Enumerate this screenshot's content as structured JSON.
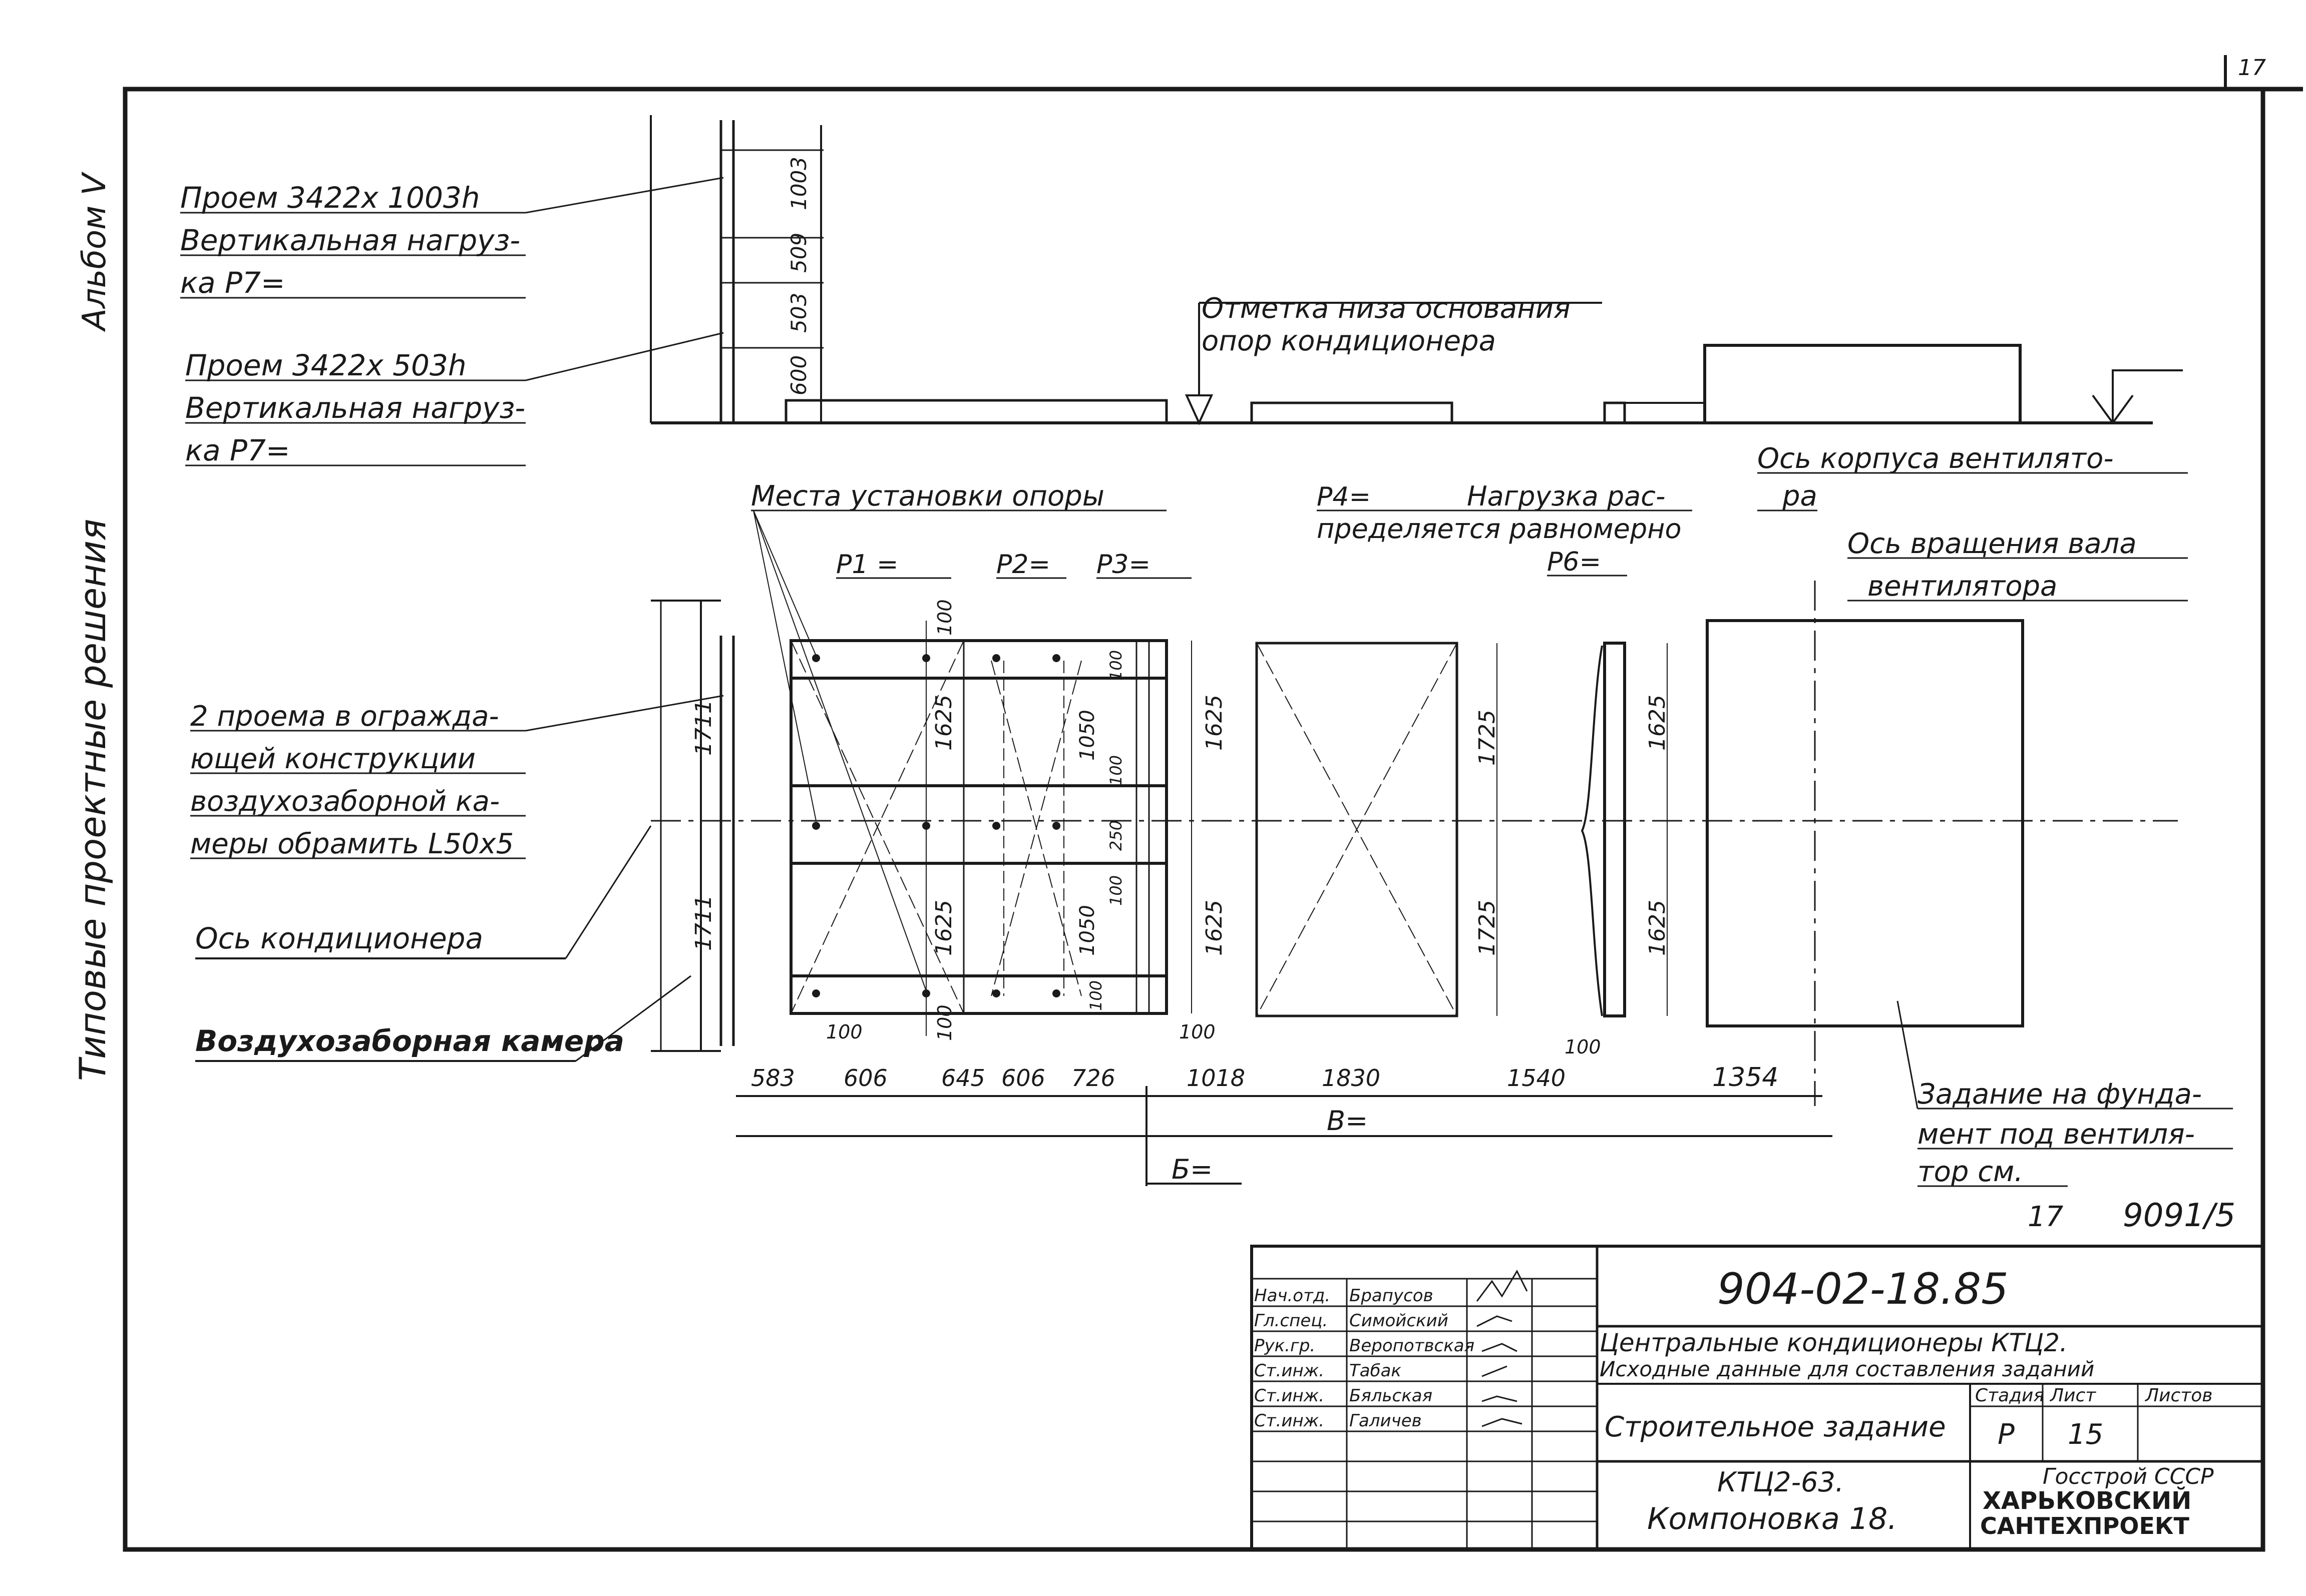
{
  "sheet": {
    "page_number": "17",
    "album": "Альбом V",
    "series_title": "Типовые проектные решения"
  },
  "notes": {
    "opening1_l1": "Проем 3422х 1003h",
    "opening1_l2": "Вертикальная нагруз-",
    "opening1_l3": "ка P7=",
    "opening2_l1": "Проем 3422х 503h",
    "opening2_l2": "Вертикальная нагруз-",
    "opening2_l3": "ка P7=",
    "base_mark_l1": "Отметка низа основания",
    "base_mark_l2": "опор кондиционера",
    "support_places": "Места установки опоры",
    "p1": "P1 =",
    "p2": "P2=",
    "p3": "P3=",
    "p4": "P4=",
    "p6": "P6=",
    "load_l1": "Нагрузка рас-",
    "load_l2": "пределяется равномерно",
    "fan_body_axis_l1": "Ось корпуса вентилято-",
    "fan_body_axis_l2": "ра",
    "fan_shaft_axis_l1": "Ось вращения вала",
    "fan_shaft_axis_l2": "вентилятора",
    "frame_note_l1": "2 проема в огражда-",
    "frame_note_l2": "ющей конструкции",
    "frame_note_l3": "воздухозаборной ка-",
    "frame_note_l4": "меры обрамить L50х5",
    "ac_axis": "Ось кондиционера",
    "intake_chamber": "Воздухозаборная камера",
    "foundation_l1": "Задание на фунда-",
    "foundation_l2": "мент под вентиля-",
    "foundation_l3": "тор см.",
    "foundation_ref1": "17",
    "foundation_ref2": "9091/5",
    "b_upper": "В=",
    "b_lower": "Б="
  },
  "dimensions": {
    "elev_1003": "1003",
    "elev_509": "509",
    "elev_503": "503",
    "elev_600": "600",
    "d100_top": "100",
    "d1625_a": "1625",
    "d1625_b": "1625",
    "d1625_c": "1625",
    "d1625_d": "1625",
    "d1625_e": "1625",
    "d1625_f": "1625",
    "d1050_a": "1050",
    "d1050_b": "1050",
    "d250": "250",
    "d100_a": "100",
    "d100_b": "100",
    "d100_c": "100",
    "d100_d": "100",
    "d100_e": "100",
    "d100_f": "100",
    "d100_g": "100",
    "d100_h": "100",
    "d1711_a": "1711",
    "d1711_b": "1711",
    "d1725_a": "1725",
    "d1725_b": "1725",
    "h583": "583",
    "h606_a": "606",
    "h645": "645",
    "h606_b": "606",
    "h726": "726",
    "h1018": "1018",
    "h1830": "1830",
    "h1540": "1540",
    "h1354": "1354"
  },
  "title_block": {
    "doc_number": "904-02-18.85",
    "title_l1": "Центральные кондиционеры КТЦ2.",
    "title_l2": "Исходные данные для составления заданий",
    "sheet_type": "Строительное задание",
    "stage_header": "Стадия",
    "sheet_header": "Лист",
    "sheets_header": "Листов",
    "stage": "Р",
    "sheet_no": "15",
    "model_l1": "КТЦ2-63.",
    "model_l2": "Компоновка 18.",
    "org_l1": "Госстрой СССР",
    "org_l2": "ХАРЬКОВСКИЙ",
    "org_l3": "САНТЕХПРОЕКТ",
    "staff": [
      {
        "role": "Нач.отд.",
        "name": "Брапусов"
      },
      {
        "role": "Гл.спец.",
        "name": "Симойский"
      },
      {
        "role": "Рук.гр.",
        "name": "Веропотвская"
      },
      {
        "role": "Ст.инж.",
        "name": "Табак"
      },
      {
        "role": "Ст.инж.",
        "name": "Бяльская"
      },
      {
        "role": "Ст.инж.",
        "name": "Галичев"
      }
    ]
  }
}
